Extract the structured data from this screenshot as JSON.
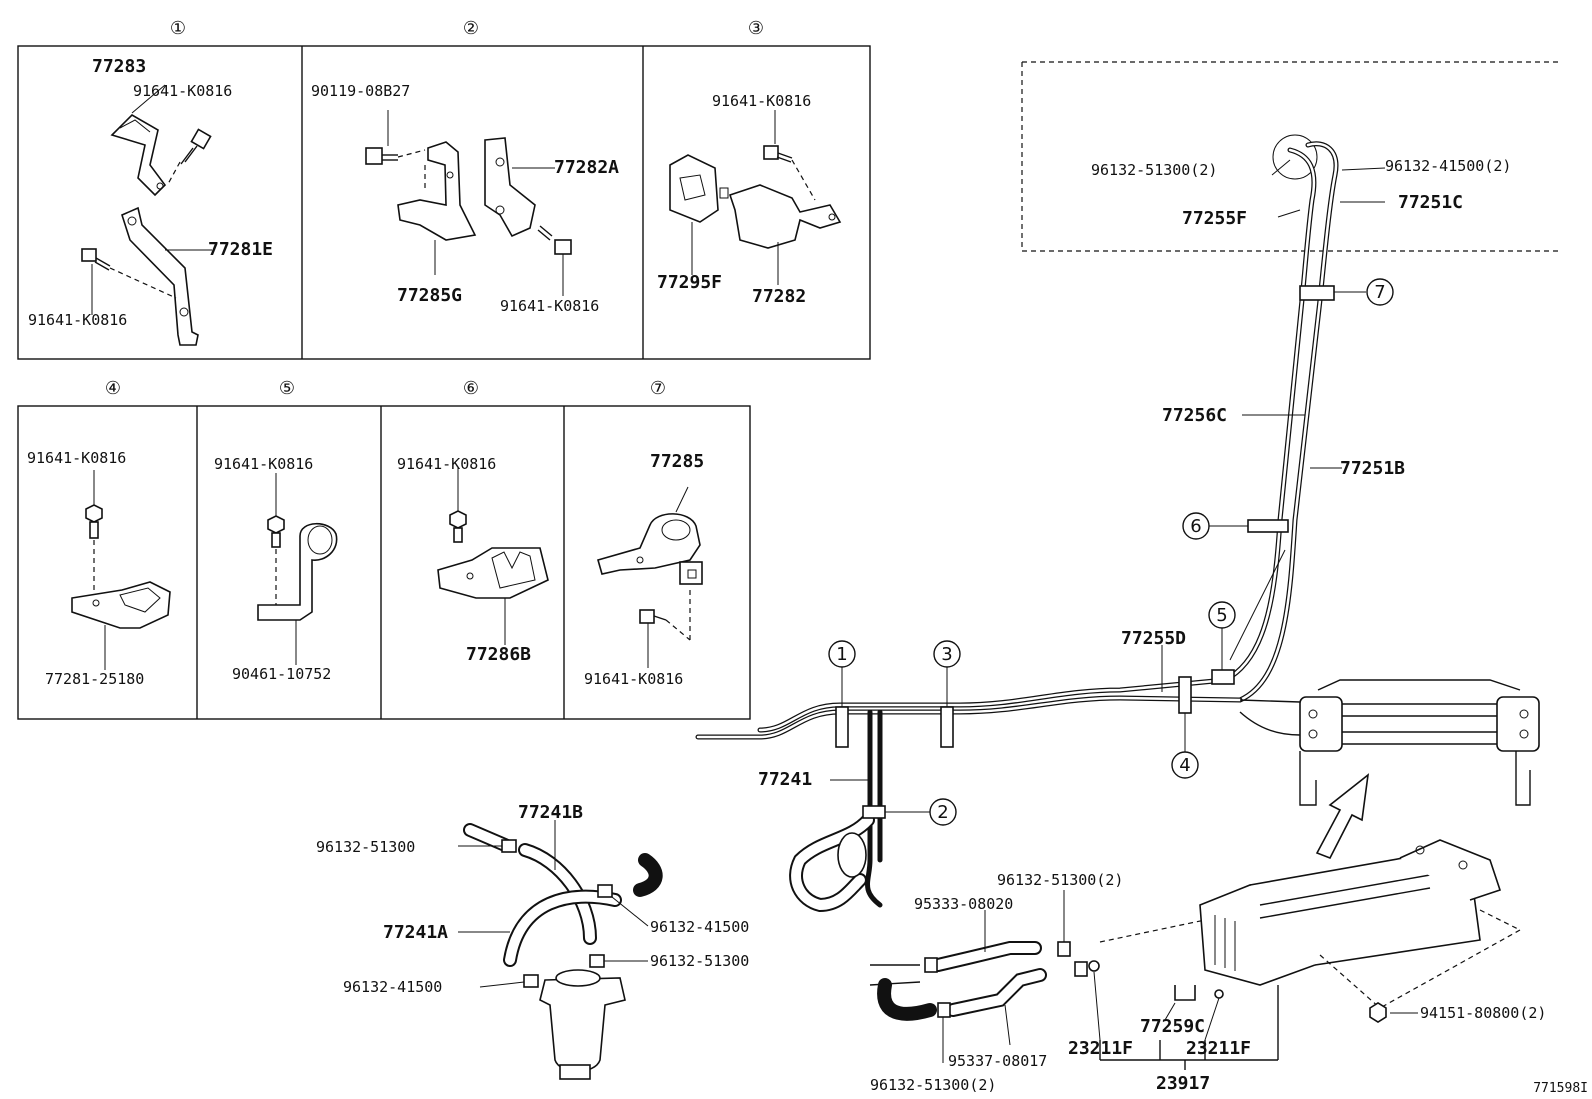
{
  "diagram_id": "771598I",
  "callouts": [
    "①",
    "②",
    "③",
    "④",
    "⑤",
    "⑥",
    "⑦"
  ],
  "marker_nums": [
    "1",
    "2",
    "3",
    "4",
    "5",
    "6",
    "7"
  ],
  "panels": {
    "p1": {
      "l1": "77283",
      "l2": "91641-K0816",
      "l3": "77281E",
      "l4": "91641-K0816"
    },
    "p2": {
      "l1": "90119-08B27",
      "l2": "77282A",
      "l3": "77285G",
      "l4": "91641-K0816"
    },
    "p3": {
      "l1": "91641-K0816",
      "l2": "77295F",
      "l3": "77282"
    },
    "p4": {
      "l1": "91641-K0816",
      "l2": "77281-25180"
    },
    "p5": {
      "l1": "91641-K0816",
      "l2": "90461-10752"
    },
    "p6": {
      "l1": "91641-K0816",
      "l2": "77286B"
    },
    "p7": {
      "l1": "77285",
      "l2": "91641-K0816"
    }
  },
  "main": {
    "a": "96132-51300(2)",
    "b": "96132-41500(2)",
    "c": "77255F",
    "d": "77251C",
    "e": "77256C",
    "f": "77251B",
    "g": "77255D",
    "h": "77241",
    "i": "77241B",
    "j": "96132-51300",
    "k": "96132-41500",
    "l": "77241A",
    "m": "96132-51300",
    "n": "96132-41500",
    "o": "96132-51300(2)",
    "p": "95333-08020",
    "q": "95337-08017",
    "r": "96132-51300(2)",
    "s": "77259C",
    "t": "23211F",
    "u": "23211F",
    "v": "23917",
    "w": "94151-80800(2)"
  }
}
